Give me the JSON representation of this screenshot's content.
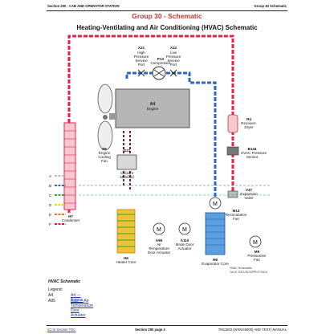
{
  "header": {
    "left": "Section 290 - CAB AND OPERATOR STATION",
    "right": "Group 30 Schematic"
  },
  "group_title": "Group 30 - Schematic",
  "diagram_title": "Heating-Ventilating and Air Conditioning (HVAC) Schematic",
  "components": {
    "x21": {
      "code": "X21",
      "desc": "High\nPressure\nService\nPort"
    },
    "p13": {
      "code": "P13",
      "desc": "Compressor"
    },
    "x22": {
      "code": "X22",
      "desc": "Low\nPressure\nService\nPort"
    },
    "a4": {
      "code": "A4",
      "desc": "Engine"
    },
    "f8": {
      "code": "F8",
      "desc": "Engine\nCooling\nFan"
    },
    "h7": {
      "code": "H7",
      "desc": "Condenser"
    },
    "r4": {
      "code": "R4",
      "desc": "Receiver-\nDryer"
    },
    "b144": {
      "code": "B144",
      "desc": "HVAC Pressure\nSensor"
    },
    "g21": {
      "code": "G21",
      "desc": "Coolant\nManifold"
    },
    "v47": {
      "code": "V47",
      "desc": "Expansion\nValve"
    },
    "m13": {
      "code": "M13",
      "desc": "Recirculation\nFan"
    },
    "h6": {
      "code": "H6",
      "desc": "Heater Core"
    },
    "a95": {
      "code": "A95",
      "desc": "Air\nTemperature\nDoor Actuator"
    },
    "a110": {
      "code": "A110",
      "desc": "Mode Door\nActuator"
    },
    "h8": {
      "code": "H8",
      "desc": "Evaporator Core"
    },
    "m9": {
      "code": "M9",
      "desc": "Pressurizer\nFan"
    }
  },
  "flow_legend": [
    "A",
    "B",
    "C",
    "D",
    "E",
    "F"
  ],
  "figure_note": "HVAC Schematic",
  "figure_ref": "Oct 8, 2013  DLS2PR   E74414",
  "caption": "HVAC Schematic",
  "legend_title": "Legend:",
  "legend": [
    {
      "key": "A4",
      "value": "A4 — Engine"
    },
    {
      "key": "A95",
      "value": "A95 — Air Temperature Door Actuator"
    }
  ],
  "footer": {
    "left": "Go to Section TOC",
    "center": "Section 290 page 4",
    "right": "TM11803 (WXNG5000) AND TEST) MANUAL"
  },
  "colors": {
    "high_pressure": "#e8204a",
    "low_pressure": "#2a66c9",
    "coolant": "#7a1f2b",
    "accent_title": "#c0392b",
    "legend_B": "#2a66c9",
    "legend_C": "#2fa84f",
    "legend_D": "#e2d21a",
    "legend_E": "#e0782a",
    "legend_F": "#c91a5a"
  }
}
